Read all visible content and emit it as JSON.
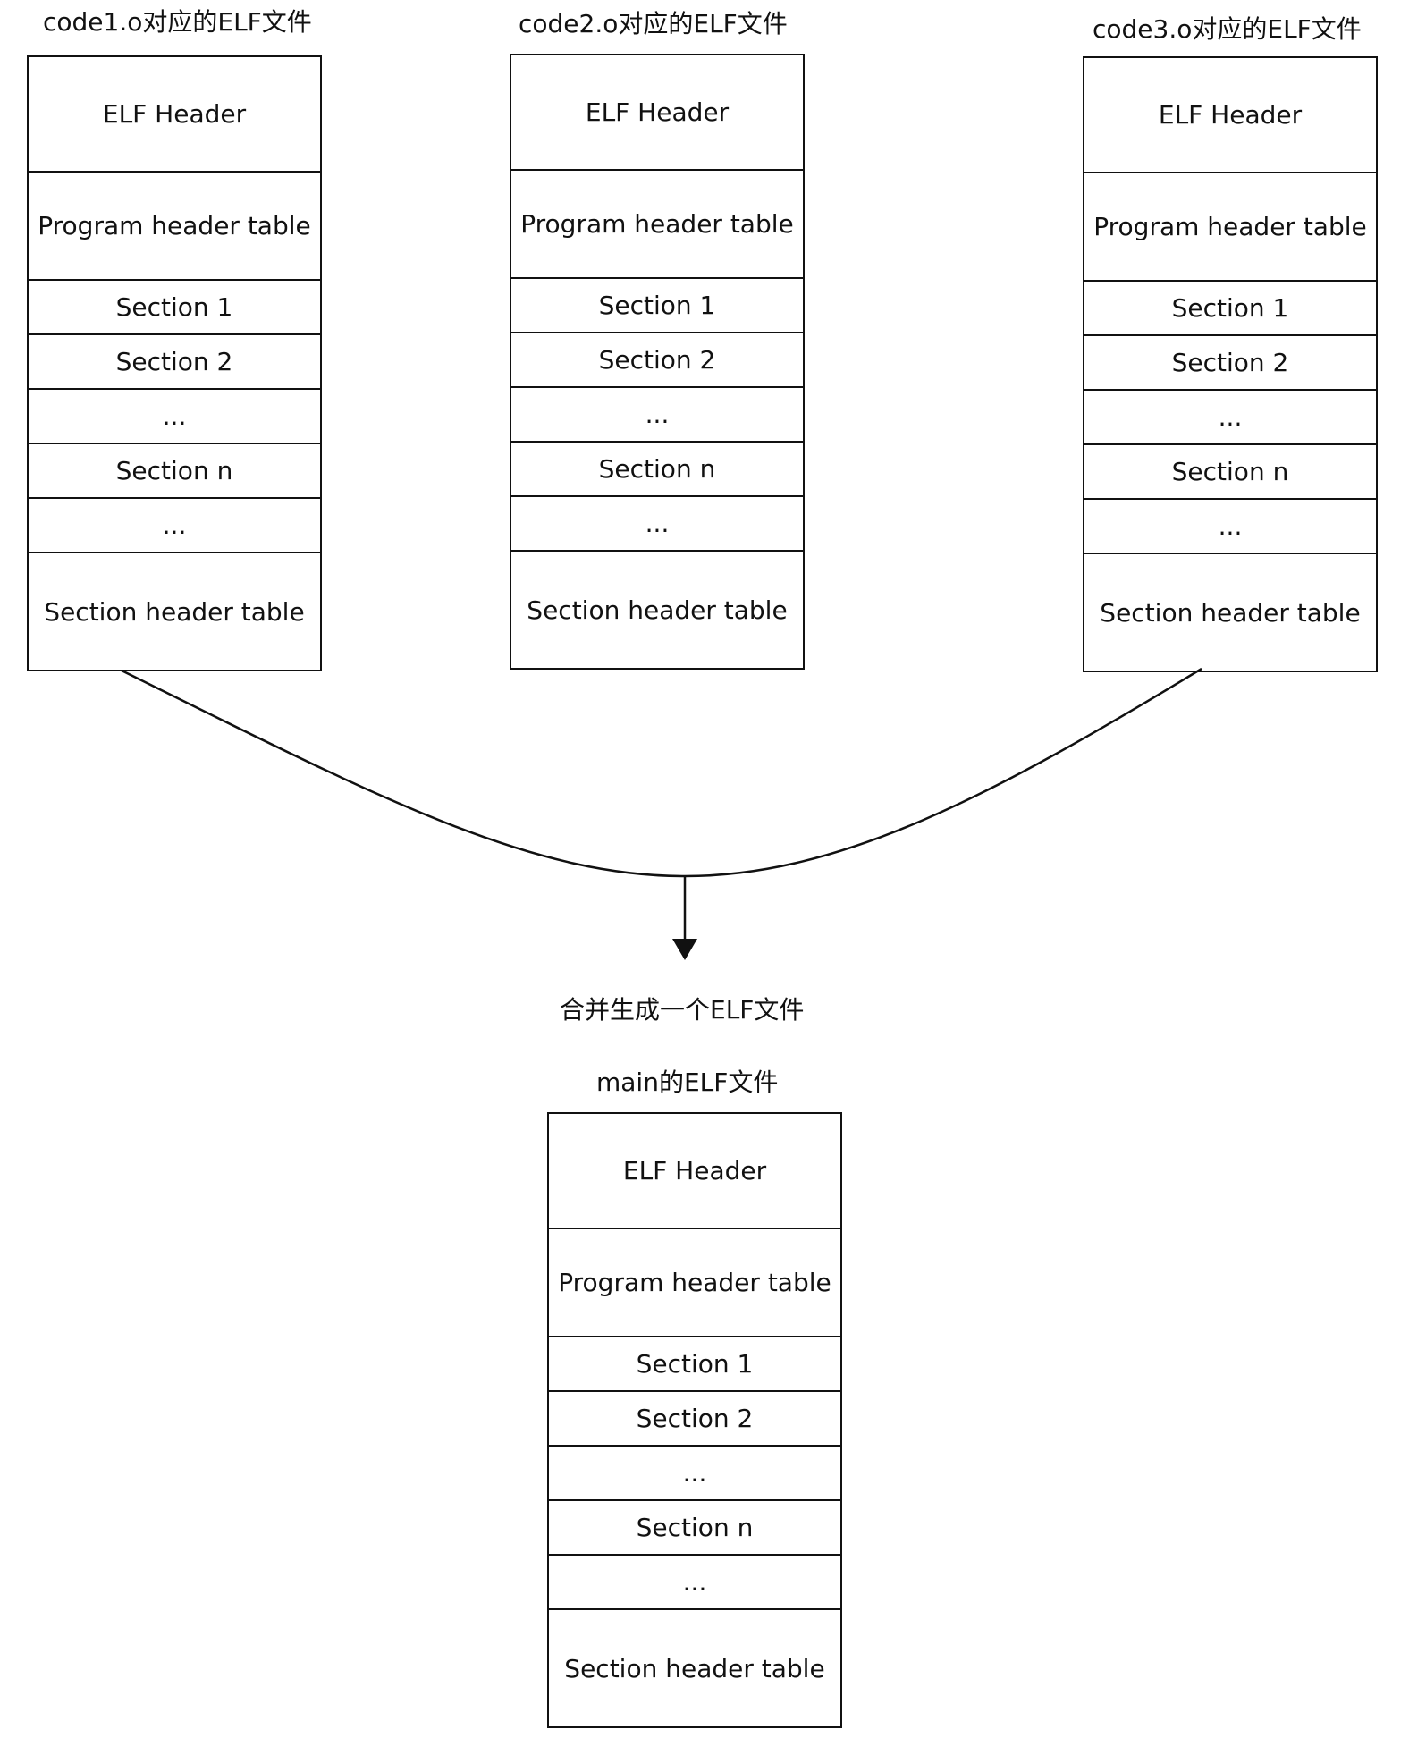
{
  "inputs": [
    {
      "title": "code1.o对应的ELF文件",
      "rows": [
        "ELF Header",
        "Program header table",
        "Section 1",
        "Section 2",
        "...",
        "Section n",
        "...",
        "Section header table"
      ]
    },
    {
      "title": "code2.o对应的ELF文件",
      "rows": [
        "ELF Header",
        "Program header table",
        "Section 1",
        "Section 2",
        "...",
        "Section n",
        "...",
        "Section header table"
      ]
    },
    {
      "title": "code3.o对应的ELF文件",
      "rows": [
        "ELF Header",
        "Program header table",
        "Section 1",
        "Section 2",
        "...",
        "Section n",
        "...",
        "Section header table"
      ]
    }
  ],
  "merge_caption": "合并生成一个ELF文件",
  "output": {
    "title": "main的ELF文件",
    "rows": [
      "ELF Header",
      "Program header table",
      "Section 1",
      "Section 2",
      "...",
      "Section n",
      "...",
      "Section header table"
    ]
  }
}
